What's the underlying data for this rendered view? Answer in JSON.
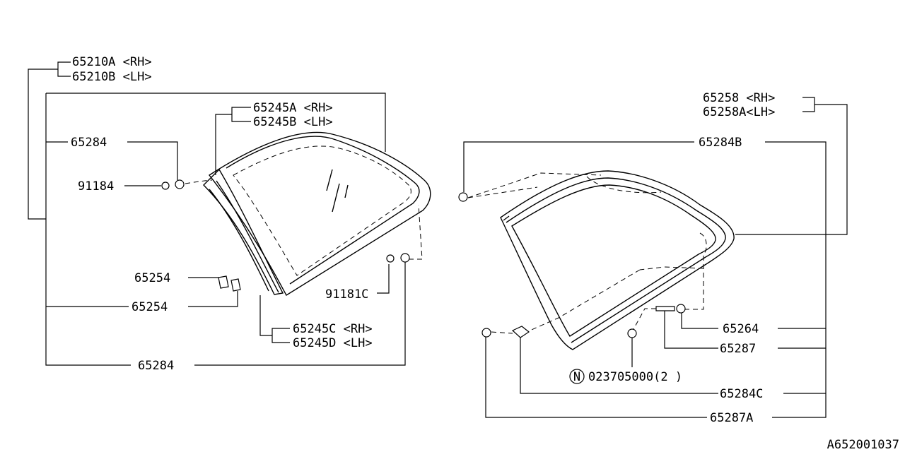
{
  "diagram_id": "A652001037",
  "labels": {
    "l_65210a": "65210A <RH>",
    "l_65210b": "65210B <LH>",
    "l_65245a": "65245A <RH>",
    "l_65245b": "65245B <LH>",
    "l_65284_top": "65284",
    "l_91184": "91184",
    "l_65254_a": "65254",
    "l_65254_b": "65254",
    "l_91181c": "91181C",
    "l_65245c": "65245C <RH>",
    "l_65245d": "65245D <LH>",
    "l_65284_bottom": "65284",
    "r_65258": "65258 <RH>",
    "r_65258a": "65258A<LH>",
    "r_65284b": "65284B",
    "r_65264": "65264",
    "r_65287": "65287",
    "r_n_symbol": "N",
    "r_023705000": "023705000(2 )",
    "r_65284c": "65284C",
    "r_65287a": "65287A"
  }
}
